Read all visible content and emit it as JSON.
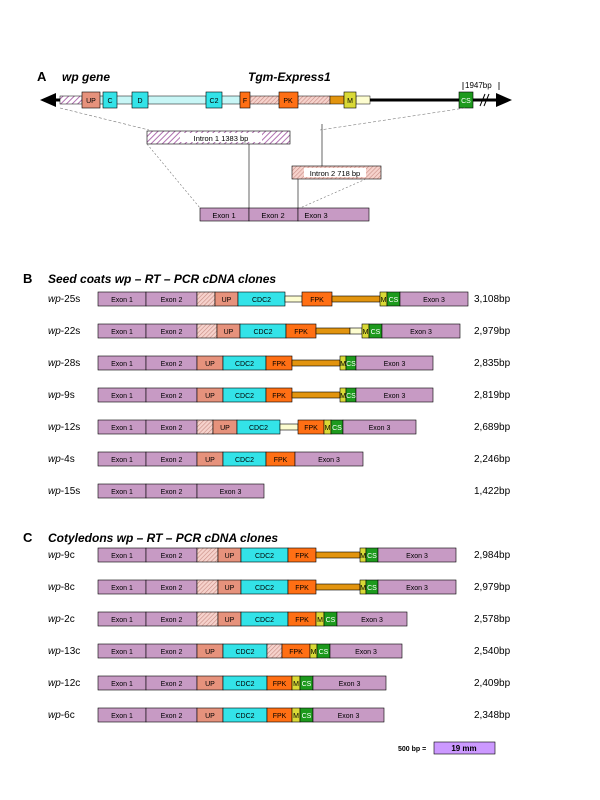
{
  "colors": {
    "exon": "#c79ac4",
    "up": "#e6927c",
    "cdc2": "#33e3e8",
    "fpk": "#ff6f14",
    "m": "#d9d936",
    "cs": "#1d9a1d",
    "orange_line": "#e2940f",
    "hatch_intron": "#c58ac2",
    "hatch_pink": "#f2b4ac",
    "light_cyan": "#c8f6f6",
    "scale_box": "#cc99ff"
  },
  "panelA": {
    "letter": "A",
    "gene_label": "wp gene",
    "transposon_label": "Tgm-Express1",
    "bp_label": "1947bp",
    "labels": {
      "up": "UP",
      "c": "C",
      "d": "D",
      "c2": "C2",
      "f": "F",
      "pk": "PK",
      "m": "M",
      "cs": "CS"
    },
    "intron1_label": "Intron 1   1383 bp",
    "intron2_label": "Intron 2   718 bp",
    "exons": [
      "Exon 1",
      "Exon 2",
      "Exon 3"
    ]
  },
  "panelB": {
    "letter": "B",
    "title": "Seed coats wp – RT – PCR cDNA clones",
    "clones": [
      {
        "name": "wp-25s",
        "size": "3,108bp"
      },
      {
        "name": "wp-22s",
        "size": "2,979bp"
      },
      {
        "name": "wp-28s",
        "size": "2,835bp"
      },
      {
        "name": "wp-9s",
        "size": "2,819bp"
      },
      {
        "name": "wp-12s",
        "size": "2,689bp"
      },
      {
        "name": "wp-4s",
        "size": "2,246bp"
      },
      {
        "name": "wp-15s",
        "size": "1,422bp"
      }
    ]
  },
  "panelC": {
    "letter": "C",
    "title": "Cotyledons wp – RT – PCR cDNA clones",
    "clones": [
      {
        "name": "wp-9c",
        "size": "2,984bp"
      },
      {
        "name": "wp-8c",
        "size": "2,979bp"
      },
      {
        "name": "wp-2c",
        "size": "2,578bp"
      },
      {
        "name": "wp-13c",
        "size": "2,540bp"
      },
      {
        "name": "wp-12c",
        "size": "2,409bp"
      },
      {
        "name": "wp-6c",
        "size": "2,348bp"
      }
    ]
  },
  "segment_labels": {
    "exon1": "Exon 1",
    "exon2": "Exon 2",
    "exon3": "Exon 3",
    "up": "UP",
    "cdc2": "CDC2",
    "fpk": "FPK",
    "m": "M",
    "cs": "CS"
  },
  "scale": {
    "label": "500 bp =",
    "box_label": "19 mm"
  }
}
